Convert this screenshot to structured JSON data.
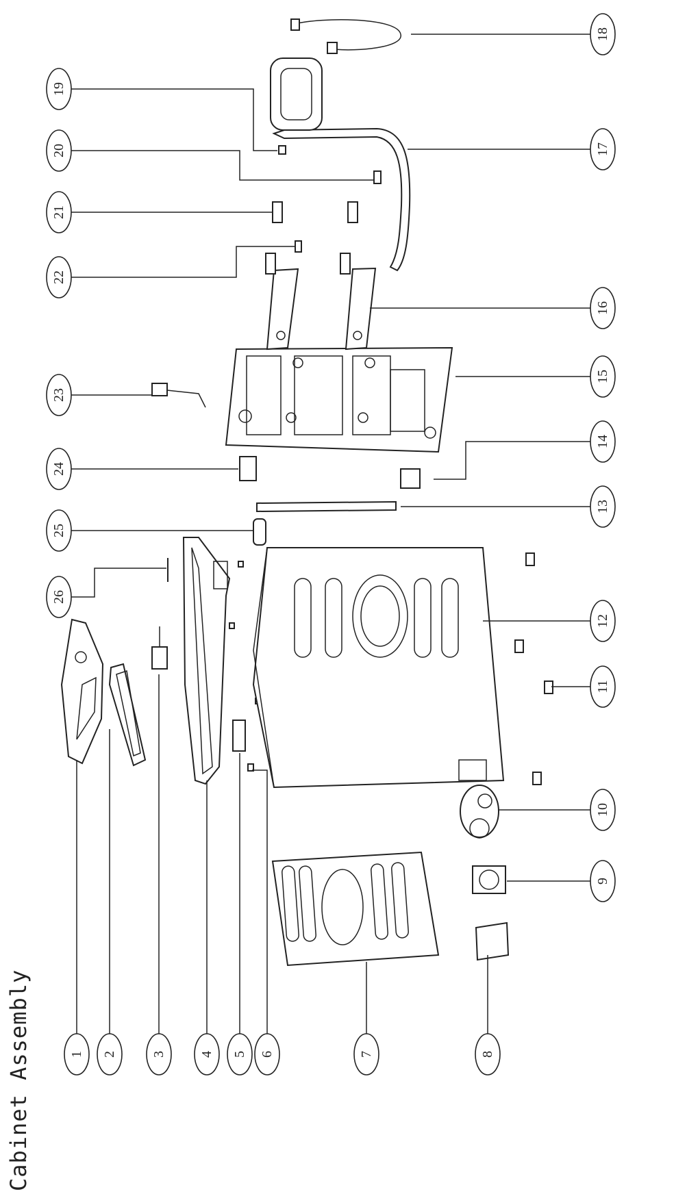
{
  "title": "Cabinet Assembly",
  "callouts": [
    {
      "n": "1"
    },
    {
      "n": "2"
    },
    {
      "n": "3"
    },
    {
      "n": "4"
    },
    {
      "n": "5"
    },
    {
      "n": "6"
    },
    {
      "n": "7"
    },
    {
      "n": "8"
    },
    {
      "n": "9"
    },
    {
      "n": "10"
    },
    {
      "n": "11"
    },
    {
      "n": "12"
    },
    {
      "n": "13"
    },
    {
      "n": "14"
    },
    {
      "n": "15"
    },
    {
      "n": "16"
    },
    {
      "n": "17"
    },
    {
      "n": "18"
    },
    {
      "n": "19"
    },
    {
      "n": "20"
    },
    {
      "n": "21"
    },
    {
      "n": "22"
    },
    {
      "n": "23"
    },
    {
      "n": "24"
    },
    {
      "n": "25"
    },
    {
      "n": "26"
    }
  ]
}
